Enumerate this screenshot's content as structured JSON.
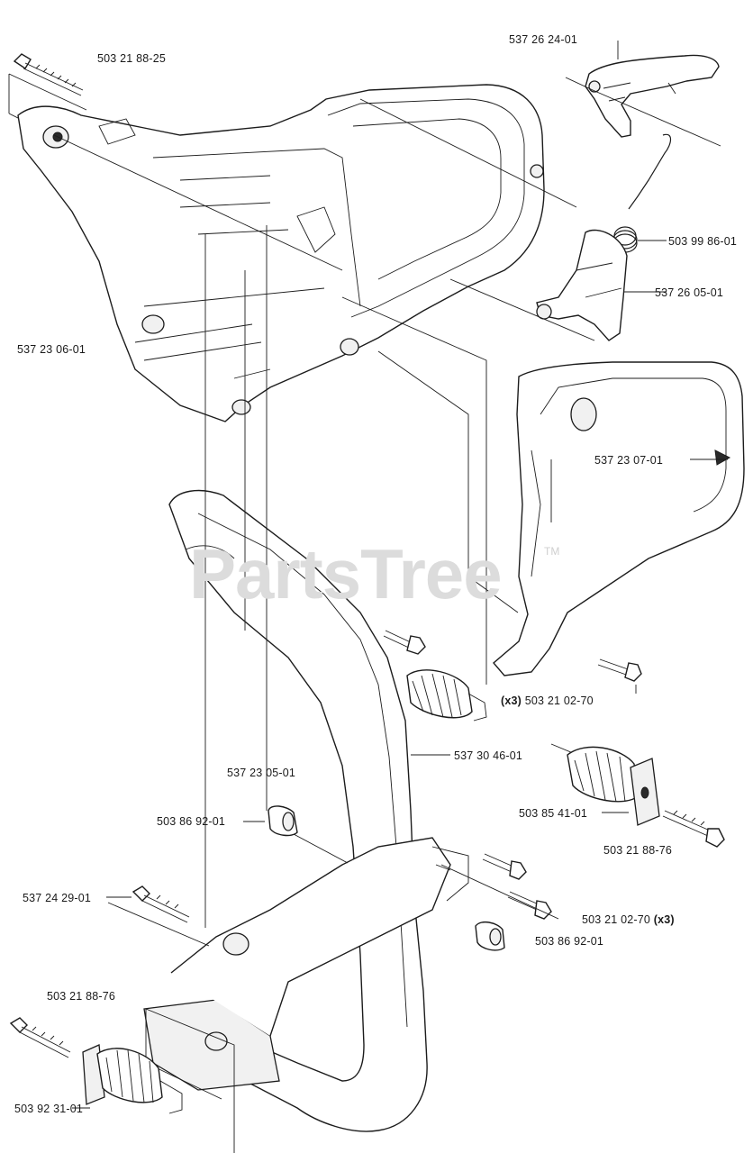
{
  "watermark": {
    "text": "PartsTree",
    "mark": "TM"
  },
  "parts": [
    {
      "id": "p1",
      "label": "503 21 88-25",
      "qty": ""
    },
    {
      "id": "p2",
      "label": "537 26 24-01",
      "qty": ""
    },
    {
      "id": "p3",
      "label": "503 99 86-01",
      "qty": ""
    },
    {
      "id": "p4",
      "label": "537 26 05-01",
      "qty": ""
    },
    {
      "id": "p5",
      "label": "537 23 06-01",
      "qty": ""
    },
    {
      "id": "p6",
      "label": "537 23 07-01",
      "qty": ""
    },
    {
      "id": "p7",
      "label": "503 21 02-70",
      "qty": "(x3)"
    },
    {
      "id": "p8",
      "label": "537 30 46-01",
      "qty": ""
    },
    {
      "id": "p9",
      "label": "537 23 05-01",
      "qty": ""
    },
    {
      "id": "p10",
      "label": "503 85 41-01",
      "qty": ""
    },
    {
      "id": "p11",
      "label": "503 86 92-01",
      "qty": ""
    },
    {
      "id": "p12",
      "label": "503 21 88-76",
      "qty": ""
    },
    {
      "id": "p13",
      "label": "537 24 29-01",
      "qty": ""
    },
    {
      "id": "p14",
      "label": "503 21 02-70",
      "qty": "(x3)"
    },
    {
      "id": "p15",
      "label": "503 86 92-01",
      "qty": ""
    },
    {
      "id": "p16",
      "label": "503 21 88-76",
      "qty": ""
    },
    {
      "id": "p17",
      "label": "503 92 31-01",
      "qty": ""
    }
  ]
}
